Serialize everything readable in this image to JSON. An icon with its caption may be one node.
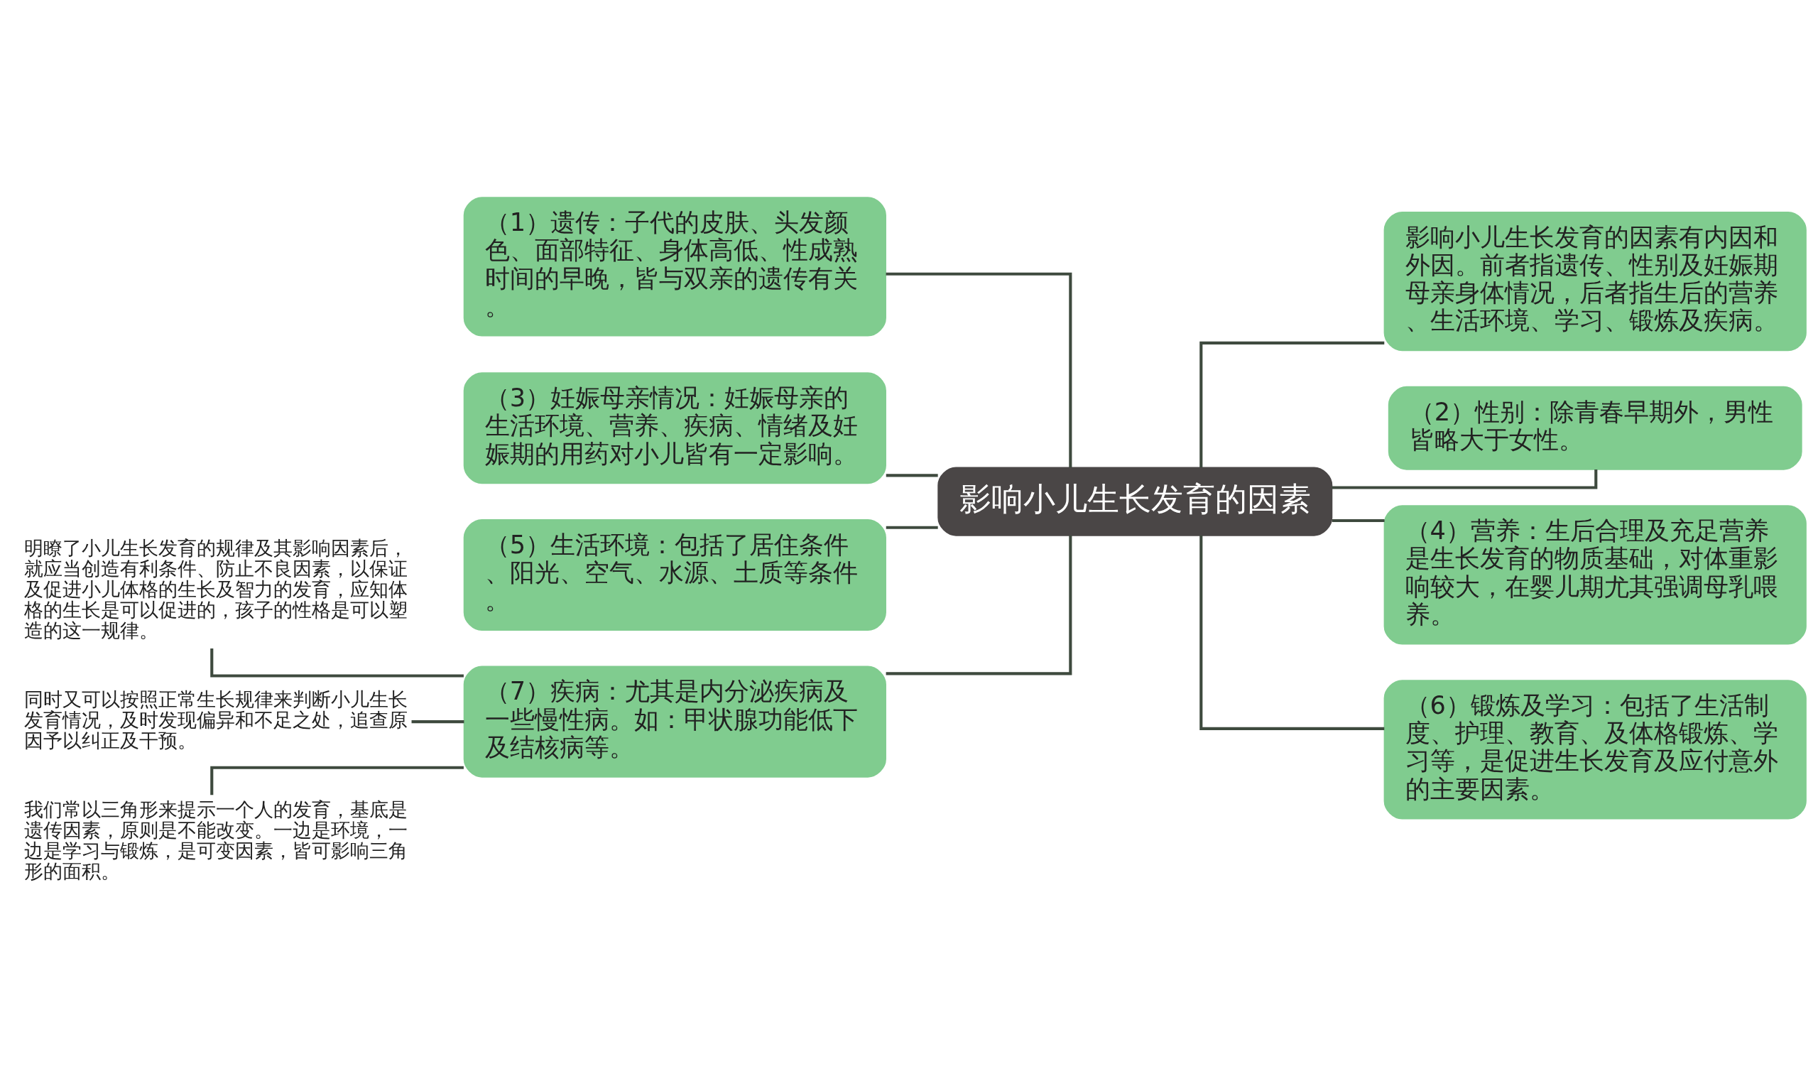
{
  "diagram": {
    "nodes": [
      {
        "text": [
          "影响小儿生长发育的因素"
        ]
      },
      {
        "text": [
          "（1）遗传：子代的皮肤、头发颜色、面部特征、身体高低、性成熟时间的早晚，皆与双亲的遗传有关。"
        ]
      },
      {
        "text": [
          "（3）妊娠母亲情况：妊娠母亲的生活环境、营养、疾病、情绪及妊娠期的用药对小儿皆有一定影响。"
        ]
      },
      {
        "text": [
          "（5）生活环境：包括了居住条件、阳光、空气、水源、土质等条件。"
        ]
      },
      {
        "text": [
          "（7）疾病：尤其是内分泌疾病及一些慢性病。如：甲状腺功能低下及结核病等。"
        ]
      },
      {
        "text": [
          "影响小儿生长发育的因素有内因和外因。前者指遗传、性别及妊娠期母亲身体情况，后者指生后的营养、生活环境、学习、锻炼及疾病。"
        ]
      },
      {
        "text": [
          "（2）性别：除青春早期外，男性皆略大于女性。"
        ]
      },
      {
        "text": [
          "（4）营养：生后合理及充足营养是生长发育的物质基础，对体重影响较大，在婴儿期尤其强调母乳喂养。"
        ]
      },
      {
        "text": [
          "（6）锻炼及学习：包括了生活制度、护理、教育、及体格锻炼、学习等，是促进生长发育及应付意外的主要因素。"
        ]
      },
      {
        "text": [
          "明瞭了小儿生长发育的规律及其影响因素后，就应当创造有利条件、防止不良因素，以保证及促进小儿体格的生长及智力的发育，应知体格的生长是可以促进的，孩子的性格是可以塑造的这一规律。"
        ]
      },
      {
        "text": [
          "同时又可以按照正常生长规律来判断小儿生长发育情况，及时发现偏异和不足之处，追查原因予以纠正及干预。"
        ]
      },
      {
        "text": [
          "我们常以三角形来提示一个人的发育，基底是遗传因素，原则是不能改变。一边是环境，一边是学习与锻炼，是可变因素，皆可影响三角形的面积。"
        ]
      }
    ],
    "edges": [
      {
        "from": 1,
        "to": 0,
        "arrow": "none"
      },
      {
        "from": 2,
        "to": 0,
        "arrow": "none"
      },
      {
        "from": 3,
        "to": 0,
        "arrow": "none"
      },
      {
        "from": 4,
        "to": 0,
        "arrow": "none"
      },
      {
        "from": 0,
        "to": 5,
        "arrow": "none"
      },
      {
        "from": 0,
        "to": 6,
        "arrow": "none"
      },
      {
        "from": 0,
        "to": 7,
        "arrow": "none"
      },
      {
        "from": 0,
        "to": 8,
        "arrow": "none"
      },
      {
        "from": 9,
        "to": 4,
        "arrow": "none"
      },
      {
        "from": 10,
        "to": 4,
        "arrow": "none"
      },
      {
        "from": 11,
        "to": 4,
        "arrow": "none"
      }
    ]
  }
}
